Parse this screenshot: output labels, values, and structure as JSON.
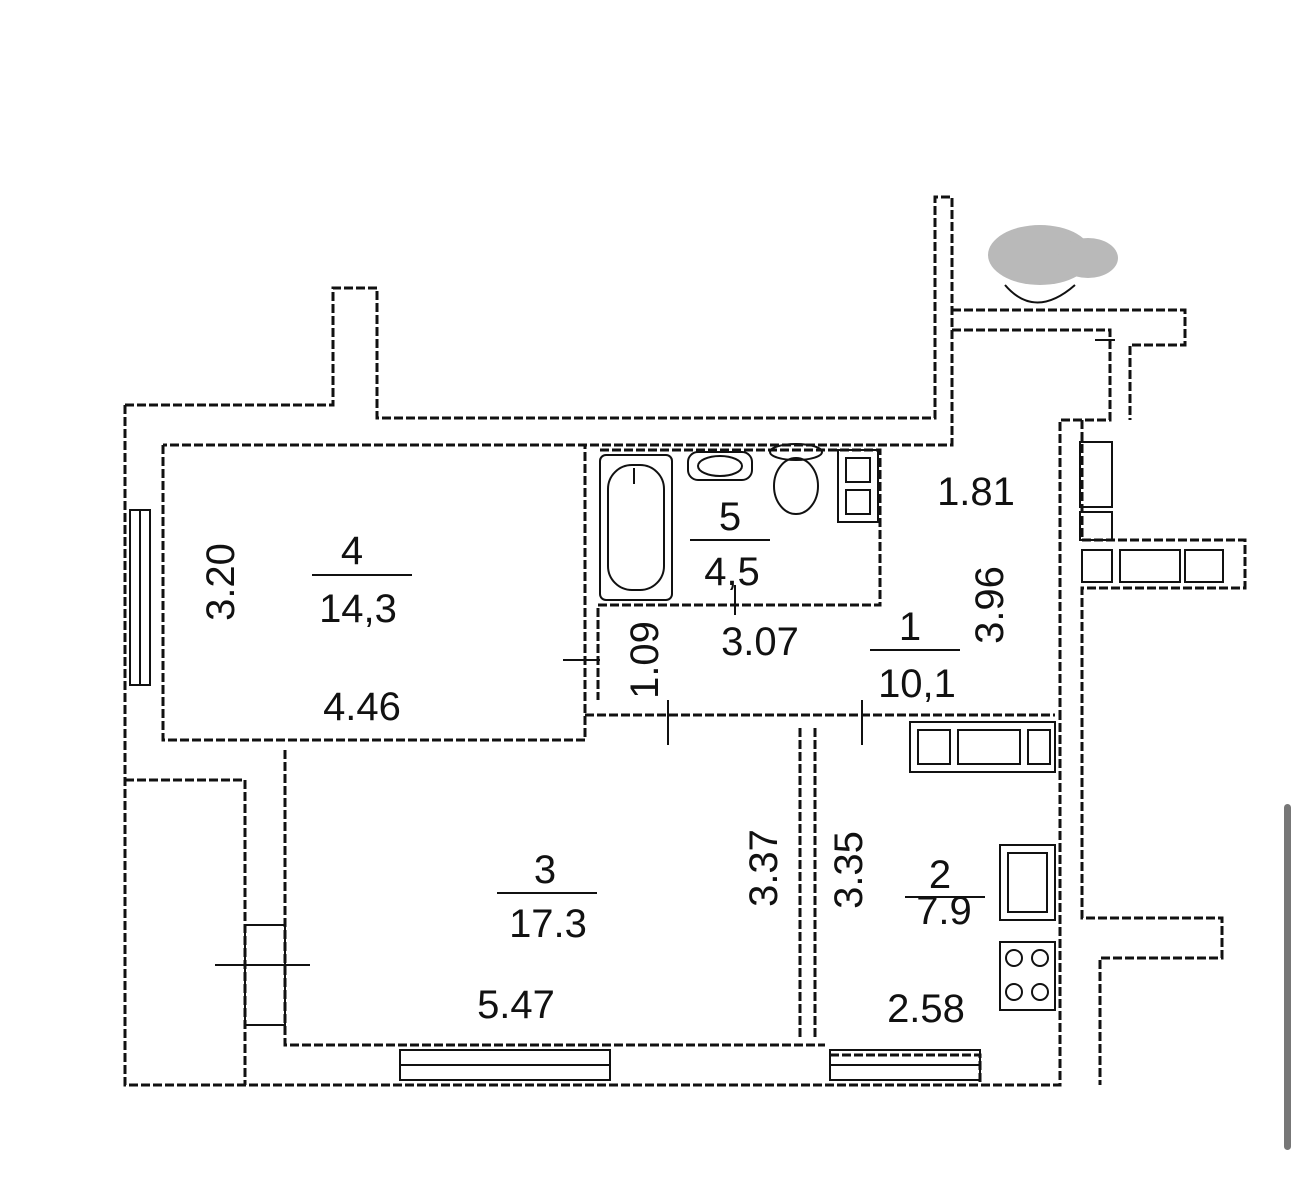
{
  "rooms": [
    {
      "number": "4",
      "area": "14,3",
      "width": "4.46",
      "depth": "3.20"
    },
    {
      "number": "5",
      "area": "4,5"
    },
    {
      "number": "1",
      "area": "10,1",
      "length_a": "1.81",
      "length_b": "3.07",
      "length_c": "3.96",
      "width_small": "1.09"
    },
    {
      "number": "3",
      "area": "17.3",
      "width": "5.47",
      "depth": "3.37"
    },
    {
      "number": "2",
      "area": "7.9",
      "width": "2.58",
      "depth": "3.35"
    }
  ]
}
